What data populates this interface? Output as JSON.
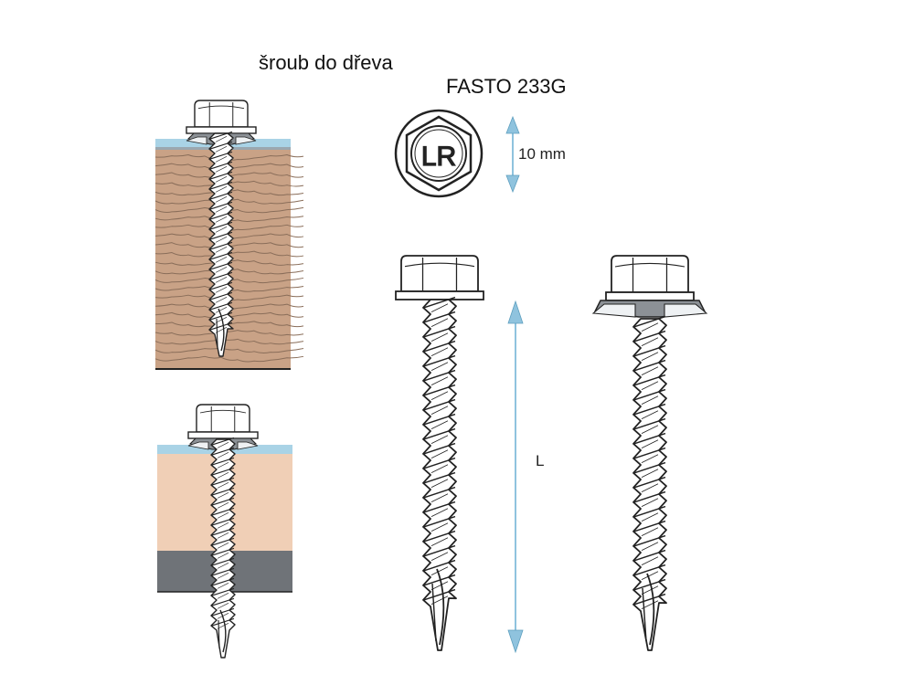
{
  "title": {
    "product_type": "šroub do dřeva",
    "product_name": "FASTO 233G"
  },
  "head_mark": "LR",
  "dimensions": {
    "head_size": "10 mm",
    "length": "L"
  },
  "colors": {
    "wood": "#c9a286",
    "wood_grain": "#8a6e5a",
    "sheet_metal": "#a9d3e6",
    "insulation": "#f0cfb6",
    "steel_base": "#6f7378",
    "dimension_arrow": "#8fc3de",
    "screw_outline": "#222222",
    "screw_fill": "#ffffff",
    "washer_seal": "#8c9196"
  }
}
